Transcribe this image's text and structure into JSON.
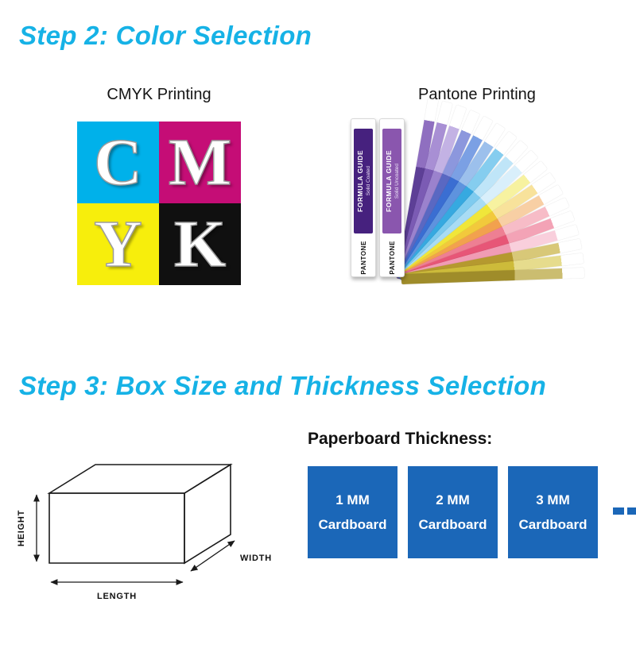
{
  "step2": {
    "title": "Step 2: Color Selection",
    "accent_color": "#16b2e6",
    "cmyk": {
      "label": "CMYK Printing",
      "tiles": [
        {
          "letter": "C",
          "bg": "#00b1ea"
        },
        {
          "letter": "M",
          "bg": "#c50d76"
        },
        {
          "letter": "Y",
          "bg": "#f7ee0c"
        },
        {
          "letter": "K",
          "bg": "#101010"
        }
      ]
    },
    "pantone": {
      "label": "Pantone Printing",
      "guides": [
        {
          "title": "FORMULA GUIDE",
          "subtitle": "Solid Coated",
          "brand": "PANTONE",
          "spine": "#46217e"
        },
        {
          "title": "FORMULA GUIDE",
          "subtitle": "Solid Uncoated",
          "brand": "PANTONE",
          "spine": "#8a56ae"
        }
      ],
      "fan": [
        {
          "c": "#5d3f96",
          "t": "#8f6fc0"
        },
        {
          "c": "#7b5bb4",
          "t": "#a88fd4"
        },
        {
          "c": "#9b82cd",
          "t": "#c3b2e4"
        },
        {
          "c": "#5a68c2",
          "t": "#8c97dd"
        },
        {
          "c": "#3a6ed2",
          "t": "#7ba0e4"
        },
        {
          "c": "#5e93de",
          "t": "#9cc0ec"
        },
        {
          "c": "#36a9e0",
          "t": "#85cdef"
        },
        {
          "c": "#7fcbef",
          "t": "#bfe5f8"
        },
        {
          "c": "#a9dcf4",
          "t": "#d9effb"
        },
        {
          "c": "#f0e63a",
          "t": "#f7f2a0"
        },
        {
          "c": "#f2c93c",
          "t": "#f8e29b"
        },
        {
          "c": "#f2a14e",
          "t": "#f8cfa4"
        },
        {
          "c": "#ee7f93",
          "t": "#f7bcc7"
        },
        {
          "c": "#e75677",
          "t": "#f3a3b6"
        },
        {
          "c": "#f09cb4",
          "t": "#f9cfdc"
        },
        {
          "c": "#b5992f",
          "t": "#d8c878"
        },
        {
          "c": "#cdbb3a",
          "t": "#e6dc8d"
        },
        {
          "c": "#9f8c2a",
          "t": "#cbbd70"
        }
      ]
    }
  },
  "step3": {
    "title": "Step 3: Box Size and Thickness Selection",
    "box": {
      "height_label": "HEIGHT",
      "length_label": "LENGTH",
      "width_label": "WIDTH"
    },
    "thickness": {
      "heading": "Paperboard Thickness:",
      "card_bg": "#1b67b8",
      "options": [
        {
          "line1": "1 MM",
          "line2": "Cardboard"
        },
        {
          "line1": "2 MM",
          "line2": "Cardboard"
        },
        {
          "line1": "3 MM",
          "line2": "Cardboard"
        }
      ]
    }
  }
}
